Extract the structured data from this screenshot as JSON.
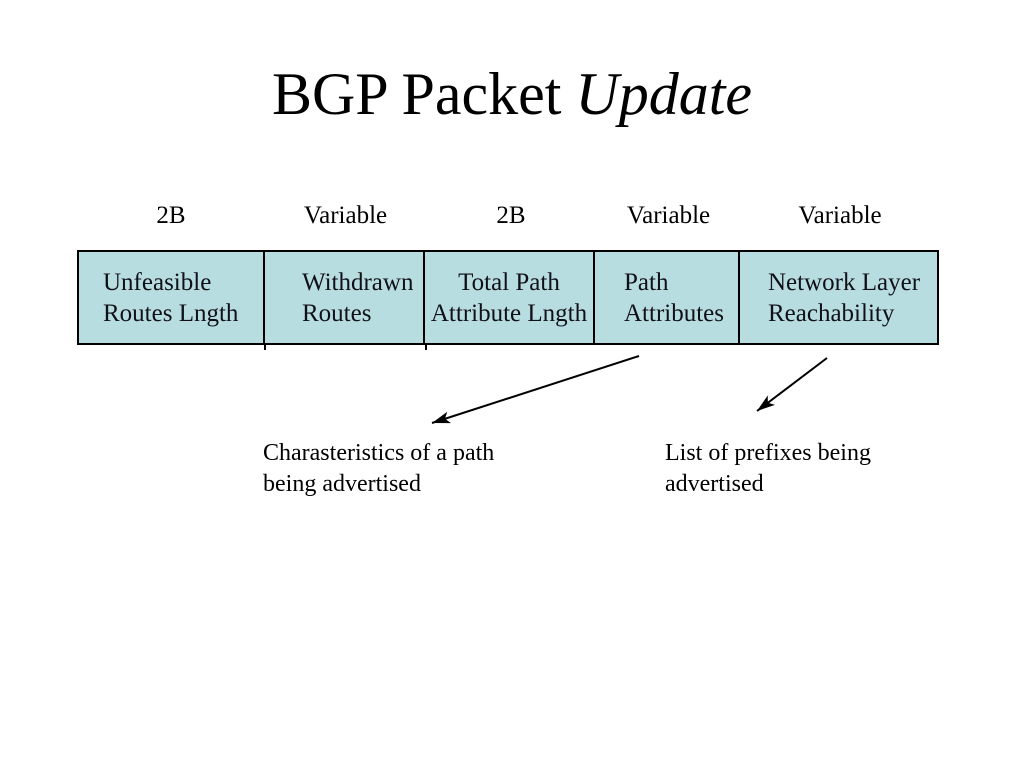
{
  "slide": {
    "title": {
      "regular": "BGP Packet",
      "italic": "Update"
    }
  },
  "packet_diagram": {
    "box_fill_color": "#b8dde0",
    "border_color": "#000000",
    "size_labels": [
      "2B",
      "Variable",
      "2B",
      "Variable",
      "Variable"
    ],
    "fields": [
      {
        "size": "2B",
        "line1": "Unfeasible",
        "line2": "Routes Lngth"
      },
      {
        "size": "Variable",
        "line1": "Withdrawn",
        "line2": "Routes"
      },
      {
        "size": "2B",
        "line1": "Total Path",
        "line2": "Attribute Lngth"
      },
      {
        "size": "Variable",
        "line1": "Path",
        "line2": "Attributes"
      },
      {
        "size": "Variable",
        "line1": "Network Layer",
        "line2": "Reachability"
      }
    ]
  },
  "annotations": [
    {
      "target": "Path Attributes",
      "line1": "Charasteristics of a path",
      "line2": "being advertised"
    },
    {
      "target": "Network Layer Reachability",
      "line1": "List of prefixes being",
      "line2": "advertised"
    }
  ]
}
